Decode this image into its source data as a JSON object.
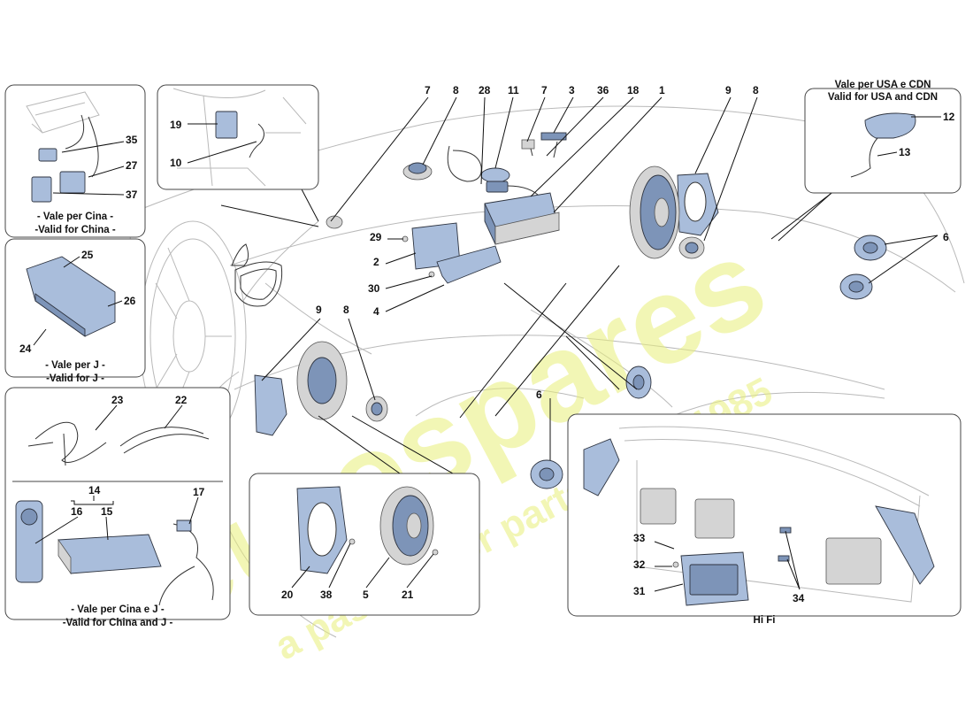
{
  "callouts": [
    "7",
    "8",
    "28",
    "11",
    "7",
    "3",
    "36",
    "18",
    "1",
    "9",
    "8",
    "12",
    "13",
    "6",
    "19",
    "10",
    "35",
    "27",
    "37",
    "29",
    "2",
    "30",
    "4",
    "25",
    "26",
    "24",
    "9",
    "8",
    "23",
    "22",
    "14",
    "16",
    "15",
    "17",
    "6",
    "20",
    "38",
    "5",
    "21",
    "33",
    "32",
    "31",
    "34"
  ],
  "insets": {
    "china": {
      "line1": "- Vale per Cina -",
      "line2": "-Valid for China -"
    },
    "japan": {
      "line1": "- Vale per J -",
      "line2": "-Valid for J -"
    },
    "china_j": {
      "line1": "- Vale per Cina e J -",
      "line2": "-Valid for China and J -"
    },
    "usa": {
      "line1": "Vale per USA e CDN",
      "line2": "Valid for USA and CDN"
    },
    "hifi": {
      "label": "Hi Fi"
    }
  },
  "watermark": {
    "brand": "eurospares",
    "tagline": "a passion for parts since 1985"
  },
  "colors": {
    "part_fill": "#a9bddb",
    "part_dark": "#7d94b8",
    "watermark": "#e9ef7a"
  }
}
